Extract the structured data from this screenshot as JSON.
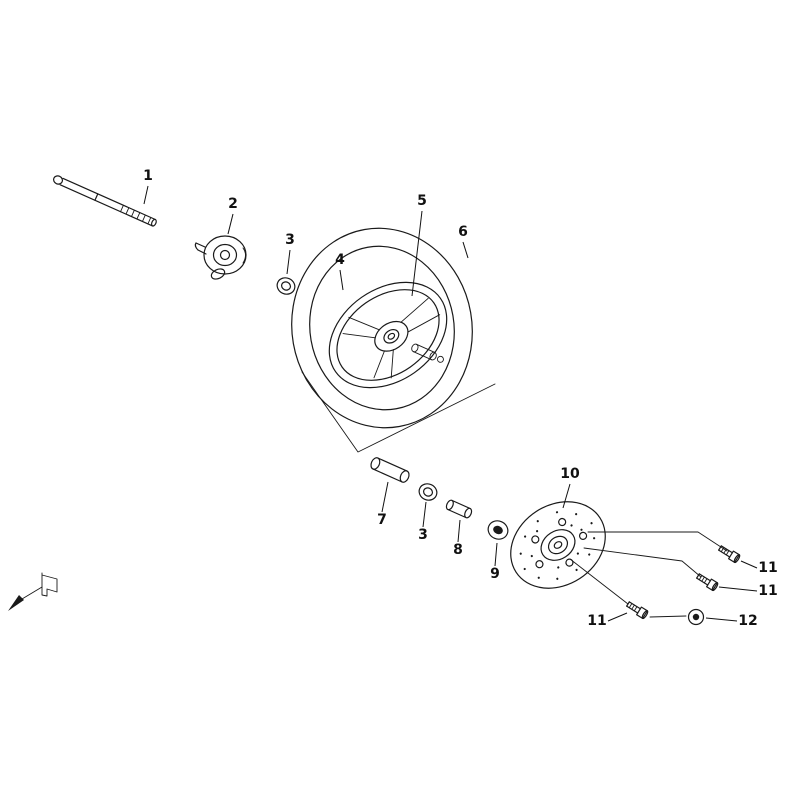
{
  "diagram": {
    "type": "exploded-parts-diagram",
    "colors": {
      "line": "#1a1a1a",
      "background": "#ffffff",
      "label_text": "#111111"
    },
    "icons": {
      "bottom_left": "orientation-marker-icon"
    },
    "callouts": {
      "c1": "1",
      "c2": "2",
      "c3a": "3",
      "c4": "4",
      "c5": "5",
      "c6": "6",
      "c7": "7",
      "c3b": "3",
      "c8": "8",
      "c9": "9",
      "c10": "10",
      "c11a": "11",
      "c11b": "11",
      "c11c": "11",
      "c12": "12"
    }
  }
}
